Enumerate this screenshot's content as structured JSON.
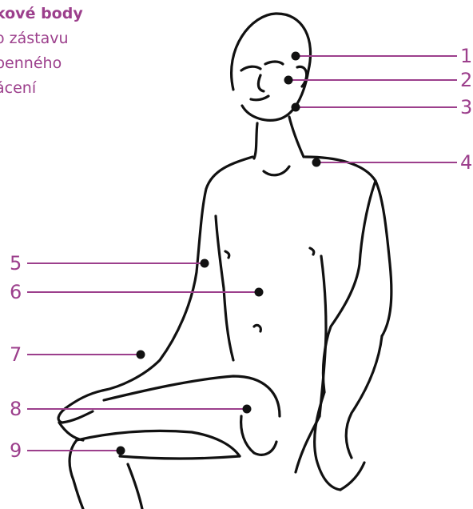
{
  "caption": {
    "title": "kové body",
    "lines": [
      "o zástavu",
      "penného",
      "ácení"
    ]
  },
  "accent_color": "#9c3f8c",
  "figure_color": "#111111",
  "figure": {
    "subject": "seated-man-line-drawing"
  },
  "callouts": [
    {
      "number": "1"
    },
    {
      "number": "2"
    },
    {
      "number": "3"
    },
    {
      "number": "4"
    },
    {
      "number": "5"
    },
    {
      "number": "6"
    },
    {
      "number": "7"
    },
    {
      "number": "8"
    },
    {
      "number": "9"
    }
  ]
}
